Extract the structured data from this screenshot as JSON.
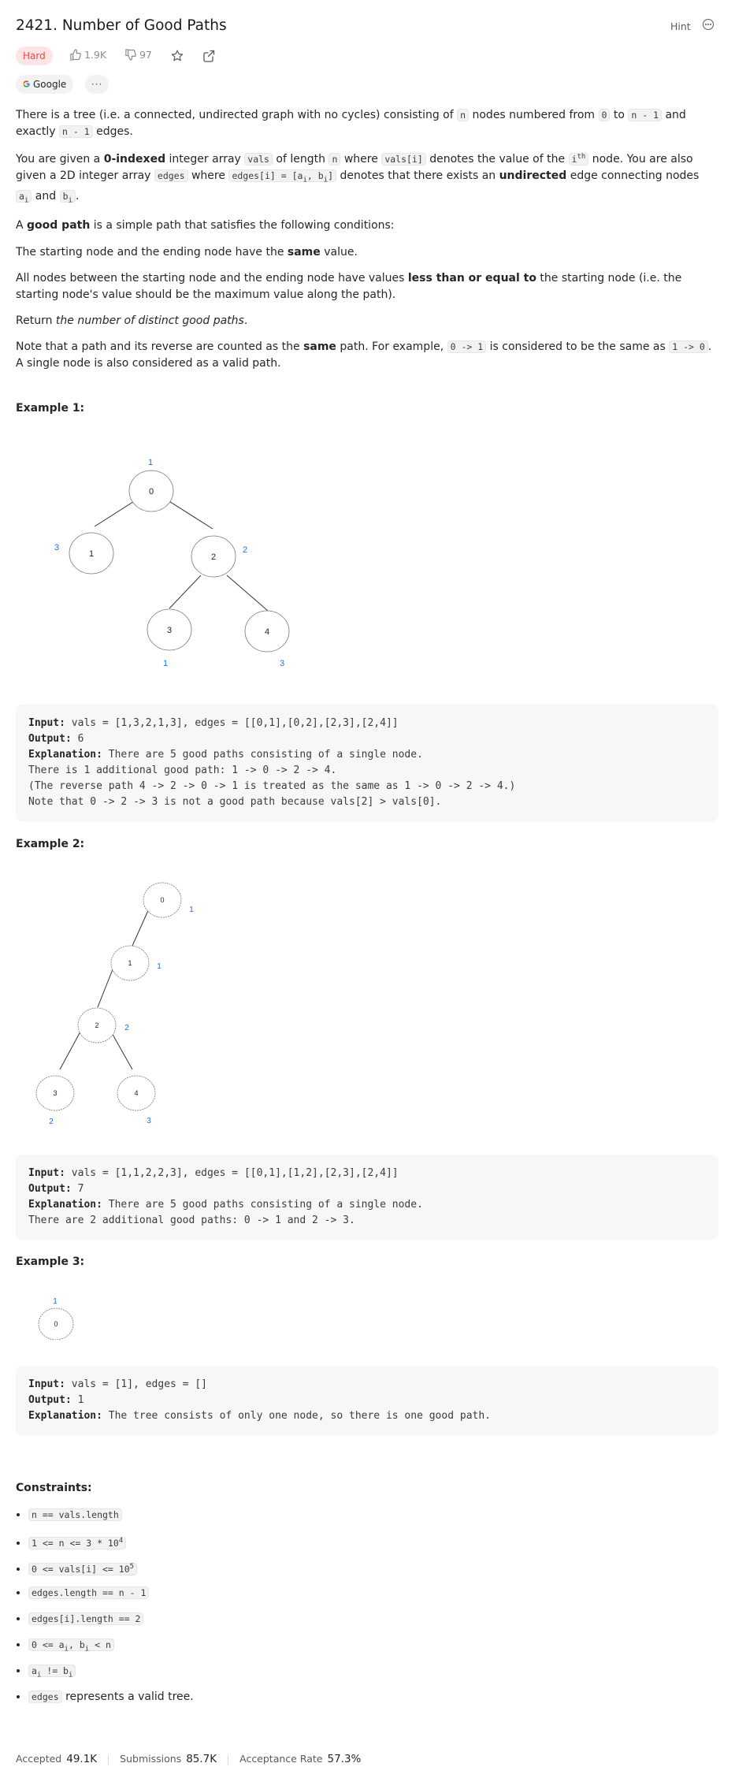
{
  "header": {
    "title": "2421. Number of Good Paths",
    "hint_label": "Hint",
    "difficulty": "Hard",
    "likes": "1.9K",
    "dislikes": "97",
    "company": "Google"
  },
  "description": {
    "p1_a": "There is a tree (i.e. a connected, undirected graph with no cycles) consisting of ",
    "p1_n": "n",
    "p1_b": " nodes numbered from ",
    "p1_zero": "0",
    "p1_c": " to ",
    "p1_nm1": "n - 1",
    "p1_d": " and exactly ",
    "p1_nm1b": "n - 1",
    "p1_e": " edges.",
    "p2_a": "You are given a ",
    "p2_bold1": "0-indexed",
    "p2_b": " integer array ",
    "p2_vals": "vals",
    "p2_c": " of length ",
    "p2_n": "n",
    "p2_d": " where ",
    "p2_valsi": "vals[i]",
    "p2_e": " denotes the value of the ",
    "p2_i": "i",
    "p2_th": "th",
    "p2_f": " node. You are also given a 2D integer array ",
    "p2_edges": "edges",
    "p2_g": " where ",
    "p2_edgesi_a": "edges[i] = [a",
    "p2_sub_i1": "i",
    "p2_edgesi_b": ", b",
    "p2_sub_i2": "i",
    "p2_edgesi_c": "]",
    "p2_h": " denotes that there exists an ",
    "p2_bold2": "undirected",
    "p2_i2": " edge connecting nodes ",
    "p2_ai": "a",
    "p2_sub_i3": "i",
    "p2_and": " and ",
    "p2_bi": "b",
    "p2_sub_i4": "i",
    "p2_end": ".",
    "p3_a": "A ",
    "p3_bold": "good path",
    "p3_b": " is a simple path that satisfies the following conditions:",
    "p4_a": "The starting node and the ending node have the ",
    "p4_bold": "same",
    "p4_b": " value.",
    "p5_a": "All nodes between the starting node and the ending node have values ",
    "p5_bold": "less than or equal to",
    "p5_b": " the starting node (i.e. the starting node's value should be the maximum value along the path).",
    "p6_a": "Return ",
    "p6_em": "the number of distinct good paths",
    "p6_b": ".",
    "p7_a": "Note that a path and its reverse are counted as the ",
    "p7_bold": "same",
    "p7_b": " path. For example, ",
    "p7_code1": "0 -> 1",
    "p7_c": " is considered to be the same as ",
    "p7_code2": "1 -> 0",
    "p7_d": ". A single node is also considered as a valid path."
  },
  "examples": [
    {
      "title": "Example 1:",
      "input_label": "Input:",
      "input": " vals = [1,3,2,1,3], edges = [[0,1],[0,2],[2,3],[2,4]]",
      "output_label": "Output:",
      "output": " 6",
      "explanation_label": "Explanation:",
      "explanation": " There are 5 good paths consisting of a single node.",
      "extra": [
        "There is 1 additional good path: 1 -> 0 -> 2 -> 4.",
        "(The reverse path 4 -> 2 -> 0 -> 1 is treated as the same as 1 -> 0 -> 2 -> 4.)",
        "Note that 0 -> 2 -> 3 is not a good path because vals[2] > vals[0]."
      ],
      "tree": {
        "nodes": [
          "0",
          "1",
          "2",
          "3",
          "4"
        ],
        "values": [
          "1",
          "3",
          "2",
          "1",
          "3"
        ]
      }
    },
    {
      "title": "Example 2:",
      "input_label": "Input:",
      "input": " vals = [1,1,2,2,3], edges = [[0,1],[1,2],[2,3],[2,4]]",
      "output_label": "Output:",
      "output": " 7",
      "explanation_label": "Explanation:",
      "explanation": " There are 5 good paths consisting of a single node.",
      "extra": [
        "There are 2 additional good paths: 0 -> 1 and 2 -> 3."
      ],
      "tree": {
        "nodes": [
          "0",
          "1",
          "2",
          "3",
          "4"
        ],
        "values": [
          "1",
          "1",
          "2",
          "2",
          "3"
        ]
      }
    },
    {
      "title": "Example 3:",
      "input_label": "Input:",
      "input": " vals = [1], edges = []",
      "output_label": "Output:",
      "output": " 1",
      "explanation_label": "Explanation:",
      "explanation": " The tree consists of only one node, so there is one good path.",
      "extra": [],
      "tree": {
        "nodes": [
          "0"
        ],
        "values": [
          "1"
        ]
      }
    }
  ],
  "constraints": {
    "title": "Constraints:",
    "c1": "n == vals.length",
    "c2_a": "1 <= n <= 3 * 10",
    "c2_sup": "4",
    "c3_a": "0 <= vals[i] <= 10",
    "c3_sup": "5",
    "c4": "edges.length == n - 1",
    "c5": "edges[i].length == 2",
    "c6_a": "0 <= a",
    "c6_sub1": "i",
    "c6_b": ", b",
    "c6_sub2": "i",
    "c6_c": " < n",
    "c7_a": "a",
    "c7_sub1": "i",
    "c7_b": " != b",
    "c7_sub2": "i",
    "c8_code": "edges",
    "c8_text": " represents a valid tree."
  },
  "footer": {
    "accepted_label": "Accepted",
    "accepted": "49.1K",
    "submissions_label": "Submissions",
    "submissions": "85.7K",
    "rate_label": "Acceptance Rate",
    "rate": "57.3%"
  },
  "colors": {
    "value_label": "#1a73e8",
    "hard_text": "#ef4743",
    "hard_bg": "#ffe4e6"
  }
}
